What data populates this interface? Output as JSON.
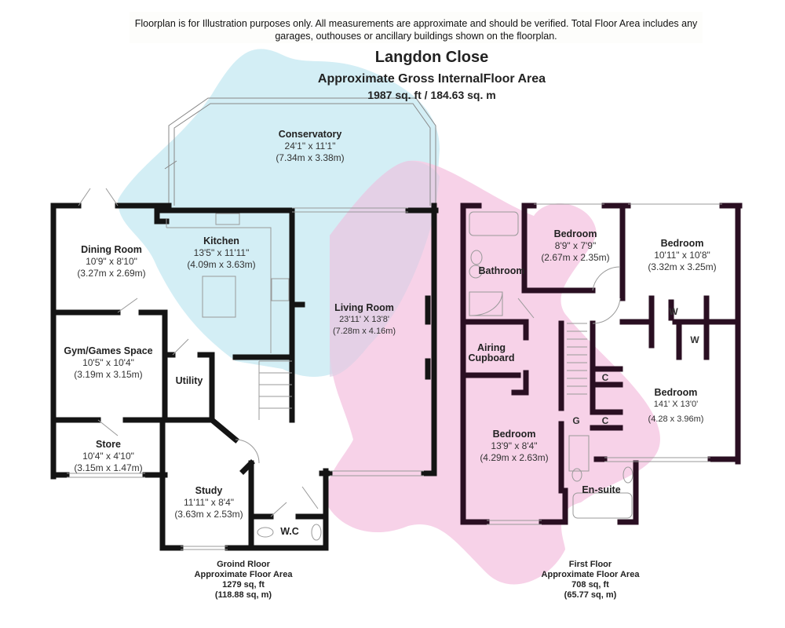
{
  "disclaimer": "Floorplan is for Illustration purposes only. All measurements are approximate and should be verified. Total Floor Area includes any garages, outhouses or ancillary buildings shown on the floorplan.",
  "header": {
    "title": "Langdon Close",
    "subtitle": "Approximate Gross InternalFloor Area",
    "total_area": "1987 sq. ft / 184.63 sq. m"
  },
  "colors": {
    "cyan_blob": "#d3eef5",
    "pink_blob": "#f6cde6",
    "overlap": "#e0d3e8",
    "wall": "#141414",
    "wall_first": "#2a0f22"
  },
  "ground_floor": {
    "rooms": [
      {
        "name": "Conservatory",
        "imperial": "24'1\" x 11'1\"",
        "metric": "(7.34m x 3.38m)"
      },
      {
        "name": "Dining Room",
        "imperial": "10'9\" x 8'10\"",
        "metric": "(3.27m x 2.69m)"
      },
      {
        "name": "Kitchen",
        "imperial": "13'5\" x 11'11\"",
        "metric": "(4.09m x 3.63m)"
      },
      {
        "name": "Living Room",
        "imperial": "23'11' X 13'8'",
        "metric": "(7.28m x 4.16m)"
      },
      {
        "name": "Gym/Games Space",
        "imperial": "10'5\" x 10'4\"",
        "metric": "(3.19m x 3.15m)"
      },
      {
        "name": "Utility"
      },
      {
        "name": "Store",
        "imperial": "10'4\" x 4'10\"",
        "metric": "(3.15m x 1.47m)"
      },
      {
        "name": "Study",
        "imperial": "11'11\" x 8'4\"",
        "metric": "(3.63m x 2.53m)"
      },
      {
        "name": "W.C"
      }
    ],
    "footer": {
      "title": "Groind Rloor",
      "label": "Approximate Floor Area",
      "imperial": "1279 sq, ft",
      "metric": "(118.88 sq, m)"
    }
  },
  "first_floor": {
    "rooms": [
      {
        "name": "Bedroom",
        "imperial": "8'9\" x 7'9\"",
        "metric": "(2.67m x 2.35m)"
      },
      {
        "name": "Bedroom",
        "imperial": "10'11\" x 10'8\"",
        "metric": "(3.32m x 3.25m)"
      },
      {
        "name": "Bathroom"
      },
      {
        "name": "Airing Cupboard"
      },
      {
        "name": "Bedroom",
        "imperial": "141' X 13'0'",
        "metric": "(4.28 x 3.96m)"
      },
      {
        "name": "Bedroom",
        "imperial": "13'9\" x 8'4\"",
        "metric": "(4.29m x 2.63m)"
      },
      {
        "name": "En-suite"
      }
    ],
    "cupboards": [
      "W",
      "W",
      "C",
      "C",
      "G"
    ],
    "footer": {
      "title": "First Floor",
      "label": "Approximate Floor Area",
      "imperial": "708 sq, ft",
      "metric": "(65.77 sq, m)"
    }
  }
}
